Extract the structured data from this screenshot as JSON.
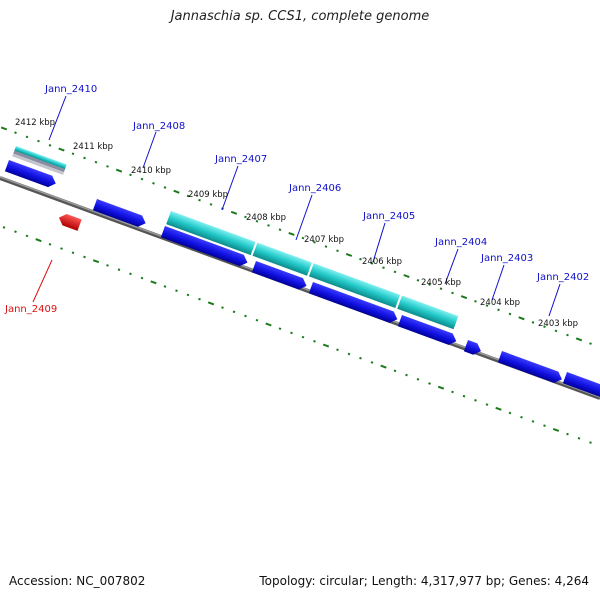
{
  "title": "Jannaschia sp. CCS1, complete genome",
  "footer": {
    "accession": "Accession: NC_007802",
    "summary": "Topology: circular; Length: 4,317,977 bp; Genes: 4,264"
  },
  "colors": {
    "backbone": "#7a7a7a",
    "tick": "#1a7a1a",
    "gene_blue": "#1010e0",
    "gene_red": "#ee1111",
    "feature_cyan": "#22c8c8",
    "label_blue": "#1010cc",
    "label_red": "#dd1111"
  },
  "scale_labels": [
    "2412 kbp",
    "2411 kbp",
    "2410 kbp",
    "2409 kbp",
    "2408 kbp",
    "2407 kbp",
    "2406 kbp",
    "2405 kbp",
    "2404 kbp",
    "2403 kbp"
  ],
  "gene_labels": [
    {
      "text": "Jann_2410",
      "color": "#1010cc"
    },
    {
      "text": "Jann_2408",
      "color": "#1010cc"
    },
    {
      "text": "Jann_2407",
      "color": "#1010cc"
    },
    {
      "text": "Jann_2406",
      "color": "#1010cc"
    },
    {
      "text": "Jann_2405",
      "color": "#1010cc"
    },
    {
      "text": "Jann_2404",
      "color": "#1010cc"
    },
    {
      "text": "Jann_2403",
      "color": "#1010cc"
    },
    {
      "text": "Jann_2402",
      "color": "#1010cc"
    },
    {
      "text": "Jann_2409",
      "color": "#dd1111"
    }
  ]
}
